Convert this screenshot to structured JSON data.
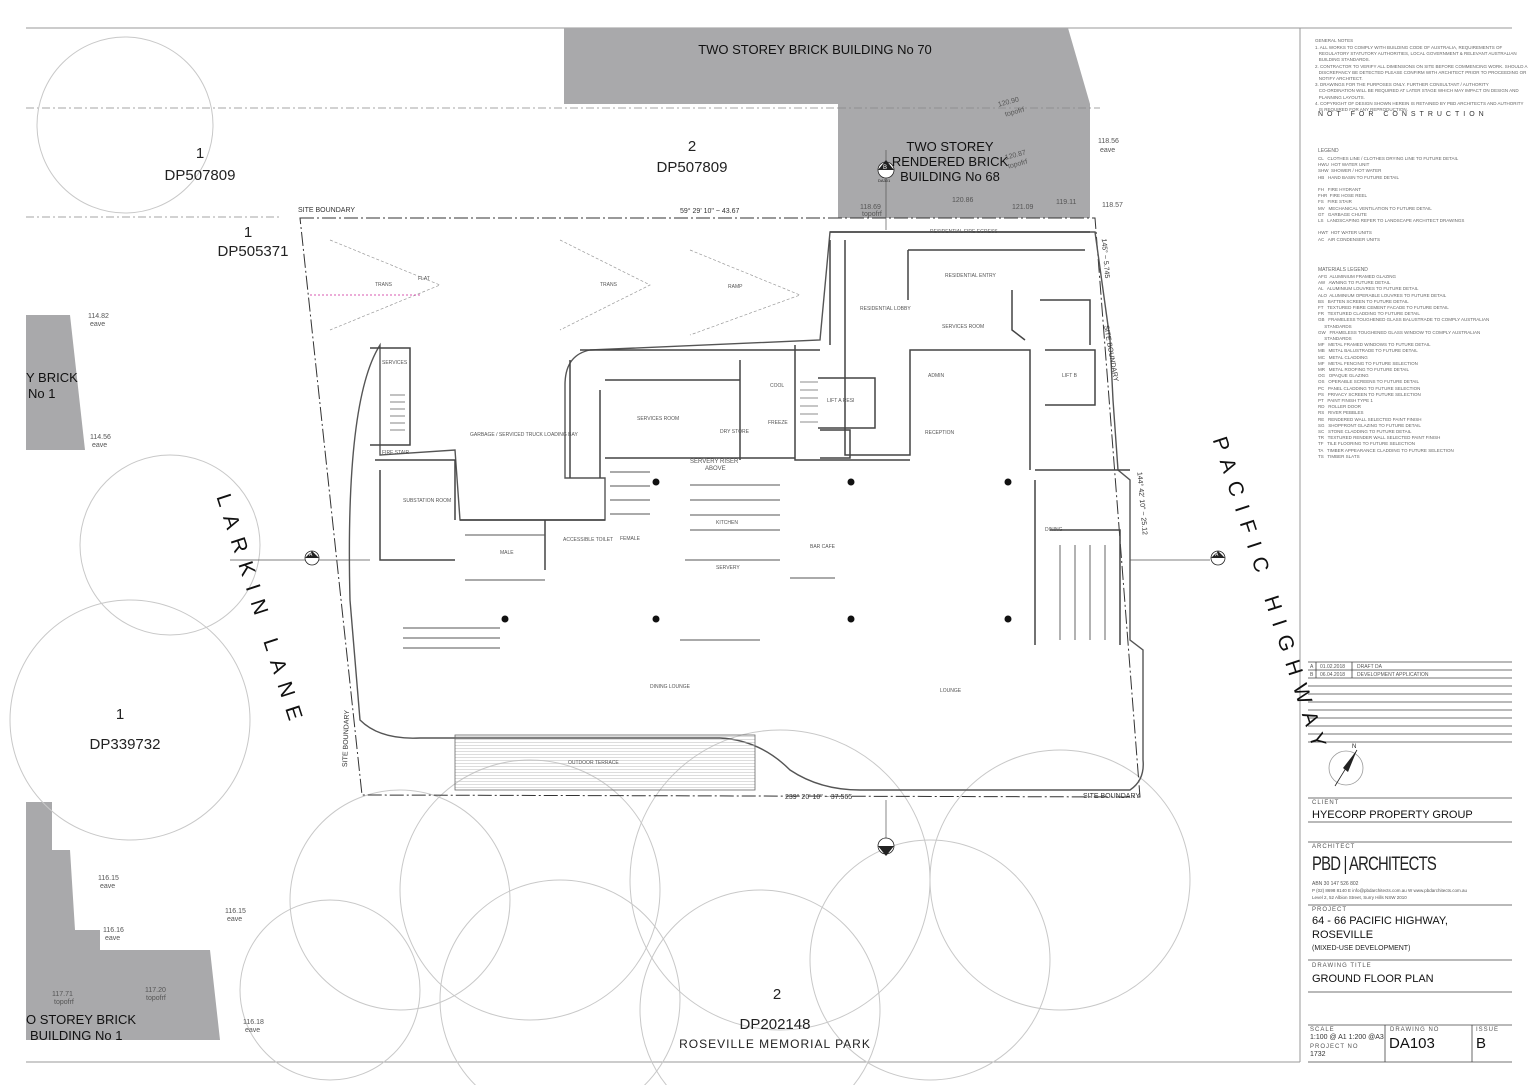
{
  "lots": [
    {
      "lot": "1",
      "dp": "DP507809"
    },
    {
      "lot": "2",
      "dp": "DP507809"
    },
    {
      "lot": "1",
      "dp": "DP505371"
    },
    {
      "lot": "1",
      "dp": "DP339732"
    },
    {
      "lot": "2",
      "dp": "DP202148"
    }
  ],
  "park_name": "ROSEVILLE MEMORIAL PARK",
  "buildings": {
    "no70": "TWO STOREY BRICK BUILDING  No 70",
    "no68_l1": "TWO STOREY",
    "no68_l2": "RENDERED BRICK",
    "no68_l3": "BUILDING No 68",
    "left_l1": "Y BRICK",
    "left_l2": "No 1",
    "bottom_l1": "O STOREY BRICK",
    "bottom_l2": "BUILDING  No 1"
  },
  "streets": {
    "left": "LARKIN LANE",
    "right": "PACIFIC HIGHWAY"
  },
  "boundaries": {
    "top": "SITE BOUNDARY",
    "top_dim": "59° 29' 10\" ~ 43.67",
    "right": "SITE BOUNDARY",
    "right_dim": "144° 42' 10\" ~ 25.12",
    "right_dim2": "145° ~ 5.745",
    "left": "SITE BOUNDARY",
    "bottom": "SITE BOUNDARY",
    "bottom_dim": "239° 20' 10\" ~ 37.565"
  },
  "rooms": {
    "residential_fire_egress": "RESIDENTIAL FIRE EGRESS",
    "residential_entry": "RESIDENTIAL ENTRY",
    "residential_lobby": "RESIDENTIAL LOBBY",
    "services_room": "SERVICES ROOM",
    "services_room2": "SERVICES ROOM",
    "lift_a": "LIFT A RESI",
    "lift_b": "LIFT B",
    "servery_riser": "SERVERY RISER",
    "servery_riser2": "ABOVE",
    "garbage": "GARBAGE / SERVICED TRUCK LOADING BAY",
    "substation": "SUBSTATION ROOM",
    "dry_store": "DRY STORE",
    "cool": "COOL",
    "freeze": "FREEZE",
    "kitchen": "KITCHEN",
    "bar_cafe": "BAR CAFE",
    "servery": "SERVERY",
    "dining_lounge": "DINING LOUNGE",
    "lounge": "LOUNGE",
    "dining": "DINING",
    "outdoor_terrace": "OUTDOOR TERRACE",
    "reception": "RECEPTION",
    "admin": "ADMIN",
    "flat": "FLAT",
    "trans": "TRANS",
    "ramp": "RAMP",
    "male": "MALE",
    "female": "FEMALE",
    "accessible_toilet": "ACCESSIBLE TOILET",
    "fire_stair": "FIRE STAIR",
    "services": "SERVICES"
  },
  "levels": {
    "l1": "120.90",
    "l2": "120.87",
    "l3": "120.86",
    "l4": "118.69",
    "l5": "121.09",
    "l6": "119.11",
    "l7": "118.57",
    "l8": "118.56",
    "l9": "114.82",
    "l10": "114.56",
    "l11": "116.15",
    "l12": "116.16",
    "l13": "116.15",
    "l14": "117.71",
    "l15": "117.20",
    "l16": "116.18",
    "topofrf": "topofrf",
    "eave": "eave"
  },
  "section_marks": {
    "a": "A",
    "b": "B",
    "ref": "DA301"
  },
  "notes": {
    "general_title": "GENERAL NOTES",
    "general": [
      "1. ALL WORKS TO COMPLY WITH BUILDING CODE OF AUSTRALIA, REQUIREMENTS OF",
      "   REGULATORY STATUTORY AUTHORITIES, LOCAL GOVERNMENT & RELEVANT AUSTRALIAN",
      "   BUILDING STANDARDS.",
      "2. CONTRACTOR TO VERIFY ALL DIMENSIONS ON SITE BEFORE COMMENCING WORK. SHOULD A",
      "   DISCREPANCY BE DETECTED PLEASE CONFIRM WITH ARCHITECT PRIOR TO PROCEEDING OR",
      "   NOTIFY ARCHITECT.",
      "3. DRAWINGS FOR THE PURPOSES ONLY. FURTHER CONSULTANT / AUTHORITY",
      "   CO-ORDINATION WILL BE REQUIRED AT LATER STAGE WHICH MAY IMPACT ON DESIGN AND",
      "   PLANNING LAYOUTS.",
      "4. COPYRIGHT OF DESIGN SHOWN HEREIN IS RETAINED BY PBD ARCHITECTS AND AUTHORITY",
      "   IS REQUIRED FOR ANY REPRODUCTION."
    ],
    "not_for_construction": "NOT FOR CONSTRUCTION",
    "legend_title": "LEGEND",
    "legend": [
      "CL   CLOTHES LINE / CLOTHES DRYING LINE TO FUTURE DETAIL",
      "HWU  HOT WATER UNIT",
      "SHW  SHOWER / HOT WATER",
      "HB   HAND BASIN TO FUTURE DETAIL",
      "",
      "FH   FIRE HYDRANT",
      "FHR  FIRE HOSE REEL",
      "FS   FIRE STAIR",
      "MV   MECHANICAL VENTILATION TO FUTURE DETAIL",
      "GT   GARBAGE CHUTE",
      "LS   LANDSCAPING REFER TO LANDSCAPE ARCHITECT DRAWINGS",
      "",
      "HWT  HOT WATER UNITS",
      "AC   AIR CONDENSER UNITS"
    ],
    "materials_title": "MATERIALS LEGEND",
    "materials": [
      "AFG  ALUMINIUM FRAMED GLAZING",
      "AW   AWNING TO FUTURE DETAIL",
      "AL   ALUMINIUM LOUVRES TO FUTURE DETAIL",
      "ALO  ALUMINIUM OPERABLE LOUVRES TO FUTURE DETAIL",
      "BS   BATTEN SCREEN TO FUTURE DETAIL",
      "FT   TEXTURED FIBRE CEMENT FACADE TO FUTURE DETAIL",
      "FR   TEXTURED CLADDING TO FUTURE DETAIL",
      "GB   FRAMELESS TOUGHENED GLASS BALUSTRADE TO COMPLY AUSTRALIAN",
      "     STANDARDS",
      "GW   FRAMELESS TOUGHENED GLASS WINDOW TO COMPLY AUSTRALIAN",
      "     STANDARDS",
      "MF   METAL FRAMED WINDOWS TO FUTURE DETAIL",
      "MB   METAL BALUSTRADE TO FUTURE DETAIL",
      "MC   METAL CLADDING",
      "MF   METAL FENCING TO FUTURE SELECTION",
      "MR   METAL ROOFING TO FUTURE DETAIL",
      "OG   OPAQUE GLAZING",
      "OS   OPERABLE SCREENS TO FUTURE DETAIL",
      "PC   PANEL CLADDING TO FUTURE SELECTION",
      "PS   PRIVACY SCREEN TO FUTURE SELECTION",
      "PT   PAINT FINISH TYPE 1",
      "RD   ROLLER DOOR",
      "RS   RIVER PEBBLES",
      "RE   RENDERED WALL SELECTED PAINT FINISH",
      "SG   SHOPFRONT GLAZING TO FUTURE DETAIL",
      "SC   STONE CLADDING TO FUTURE DETAIL",
      "TR   TEXTURED RENDER WALL SELECTED PAINT FINISH",
      "TF   TILE FLOORING TO FUTURE SELECTION",
      "TA   TIMBER APPEARANCE CLADDING TO FUTURE SELECTION",
      "TS   TIMBER SLATS"
    ]
  },
  "revisions": [
    {
      "rev": "A",
      "date": "01.02.2018",
      "desc": "DRAFT DA"
    },
    {
      "rev": "B",
      "date": "06.04.2018",
      "desc": "DEVELOPMENT APPLICATION"
    }
  ],
  "title_block": {
    "client_label": "CLIENT",
    "client": "HYECORP PROPERTY GROUP",
    "architect_label": "ARCHITECT",
    "architect_logo": "PBD | ARCHITECTS",
    "architect_abn": "ABN 30 147 526 802",
    "architect_contact": "P (02) 8698 8140   E info@pbdarchitects.com.au   W www.pbdarchitects.com.au",
    "architect_address": "Level 2, 52 Albion Street, Surry Hills NSW 2010",
    "project_label": "PROJECT",
    "project_l1": "64 - 66 PACIFIC HIGHWAY,",
    "project_l2": "ROSEVILLE",
    "project_l3": "(MIXED-USE DEVELOPMENT)",
    "drawing_title_label": "DRAWING TITLE",
    "drawing_title": "GROUND FLOOR PLAN",
    "scale_label": "SCALE",
    "scale": "1:100 @ A1   1:200 @A3",
    "project_no_label": "PROJECT NO",
    "project_no": "1732",
    "drawing_no_label": "DRAWING NO",
    "drawing_no": "DA103",
    "issue_label": "ISSUE",
    "issue": "B"
  },
  "north": "N"
}
